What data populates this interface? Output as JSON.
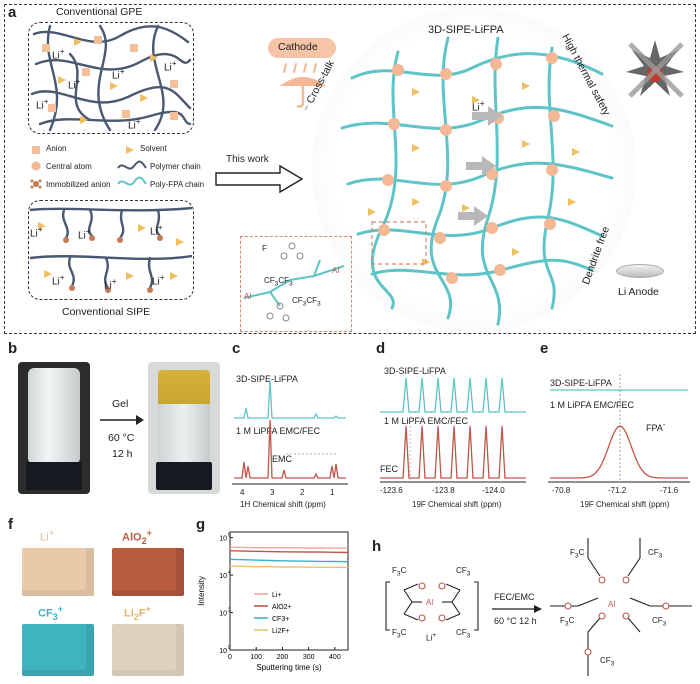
{
  "panel_a": {
    "label": "a",
    "gpe_title": "Conventional GPE",
    "sipe_title": "Conventional SIPE",
    "li_ion": "Li",
    "legend": {
      "anion": "Anion",
      "solvent": "Solvent",
      "central_atom": "Central atom",
      "polymer_chain": "Polymer chain",
      "immobilized_anion": "Immobilized anion",
      "polyfpa_chain": "Poly-FPA chain"
    },
    "this_work": "This work",
    "network_title": "3D-SIPE-LiFPA",
    "cathode": "Cathode",
    "cross_talk": "Cross-talk",
    "thermal": "High thermal safety",
    "dendrite": "Dendrite free",
    "li_anode": "Li Anode",
    "al": "Al",
    "f": "F",
    "cf3": "CF",
    "colors": {
      "chain": "#5ec4c8",
      "node": "#f4b896",
      "anion": "#f4c09c",
      "solvent": "#f0c060",
      "immobilized": "#c47a55",
      "polymer": "#4a5870"
    }
  },
  "panel_b": {
    "label": "b",
    "gel": "Gel",
    "temp": "60 °C",
    "time": "12 h"
  },
  "panel_c": {
    "label": "c",
    "top": "3D-SIPE-LiFPA",
    "bottom": "1 M LiPFA EMC/FEC",
    "emc": "EMC",
    "ticks": [
      "4",
      "3",
      "2",
      "1"
    ],
    "xlabel": "1H Chemical shift (ppm)"
  },
  "panel_d": {
    "label": "d",
    "top": "3D-SIPE-LiFPA",
    "bottom": "1 M LiPFA EMC/FEC",
    "fec": "FEC",
    "ticks": [
      "-123.6",
      "-123.8",
      "-124.0"
    ],
    "xlabel": "19F Chemical shift (ppm)"
  },
  "panel_e": {
    "label": "e",
    "top": "3D-SIPE-LiFPA",
    "bottom": "1 M LiPFA EMC/FEC",
    "fpa": "FPA",
    "ticks": [
      "-70.8",
      "-71.2",
      "-71.6"
    ],
    "xlabel": "19F Chemical shift (ppm)"
  },
  "panel_f": {
    "label": "f",
    "li": "Li",
    "alo2": "AlO",
    "cf3": "CF",
    "li2f": "Li",
    "colors": {
      "li": "#e8c9a8",
      "alo2": "#b85c40",
      "cf3": "#3fb3c0",
      "li2f": "#ddd2bd"
    }
  },
  "panel_g": {
    "label": "g",
    "ylabel": "Intensity",
    "xlabel": "Sputtering time (s)",
    "xticks": [
      "0",
      "100",
      "200",
      "300",
      "400"
    ],
    "yticks": [
      "10",
      "10",
      "10",
      "10"
    ],
    "legend": [
      "Li",
      "AlO",
      "CF",
      "Li"
    ]
  },
  "panel_h": {
    "label": "h",
    "reagent": "FEC/EMC",
    "conditions": "60 °C 12 h",
    "li": "Li",
    "al": "Al",
    "f3c": "F",
    "cf3": "CF"
  },
  "chart_data": {
    "type": "line",
    "title": "",
    "xlabel": "Sputtering time (s)",
    "ylabel": "Intensity",
    "xlim": [
      0,
      450
    ],
    "ylim_log10": [
      0,
      6.3
    ],
    "yscale": "log",
    "x": [
      0,
      50,
      100,
      150,
      200,
      250,
      300,
      350,
      400,
      450
    ],
    "series": [
      {
        "name": "Li+",
        "color": "#f0a8a0",
        "values": [
          300000,
          300000,
          290000,
          290000,
          285000,
          285000,
          280000,
          280000,
          275000,
          275000
        ]
      },
      {
        "name": "AlO2+",
        "color": "#c0554a",
        "values": [
          200000,
          190000,
          185000,
          180000,
          175000,
          172000,
          170000,
          168000,
          165000,
          160000
        ]
      },
      {
        "name": "CF3+",
        "color": "#3fb3c0",
        "values": [
          70000,
          66000,
          63000,
          60000,
          58000,
          56000,
          55000,
          54000,
          53000,
          52000
        ]
      },
      {
        "name": "Li2F+",
        "color": "#f0c36a",
        "values": [
          30000,
          29000,
          28000,
          28000,
          27000,
          27000,
          26500,
          26000,
          26000,
          25500
        ]
      }
    ]
  }
}
